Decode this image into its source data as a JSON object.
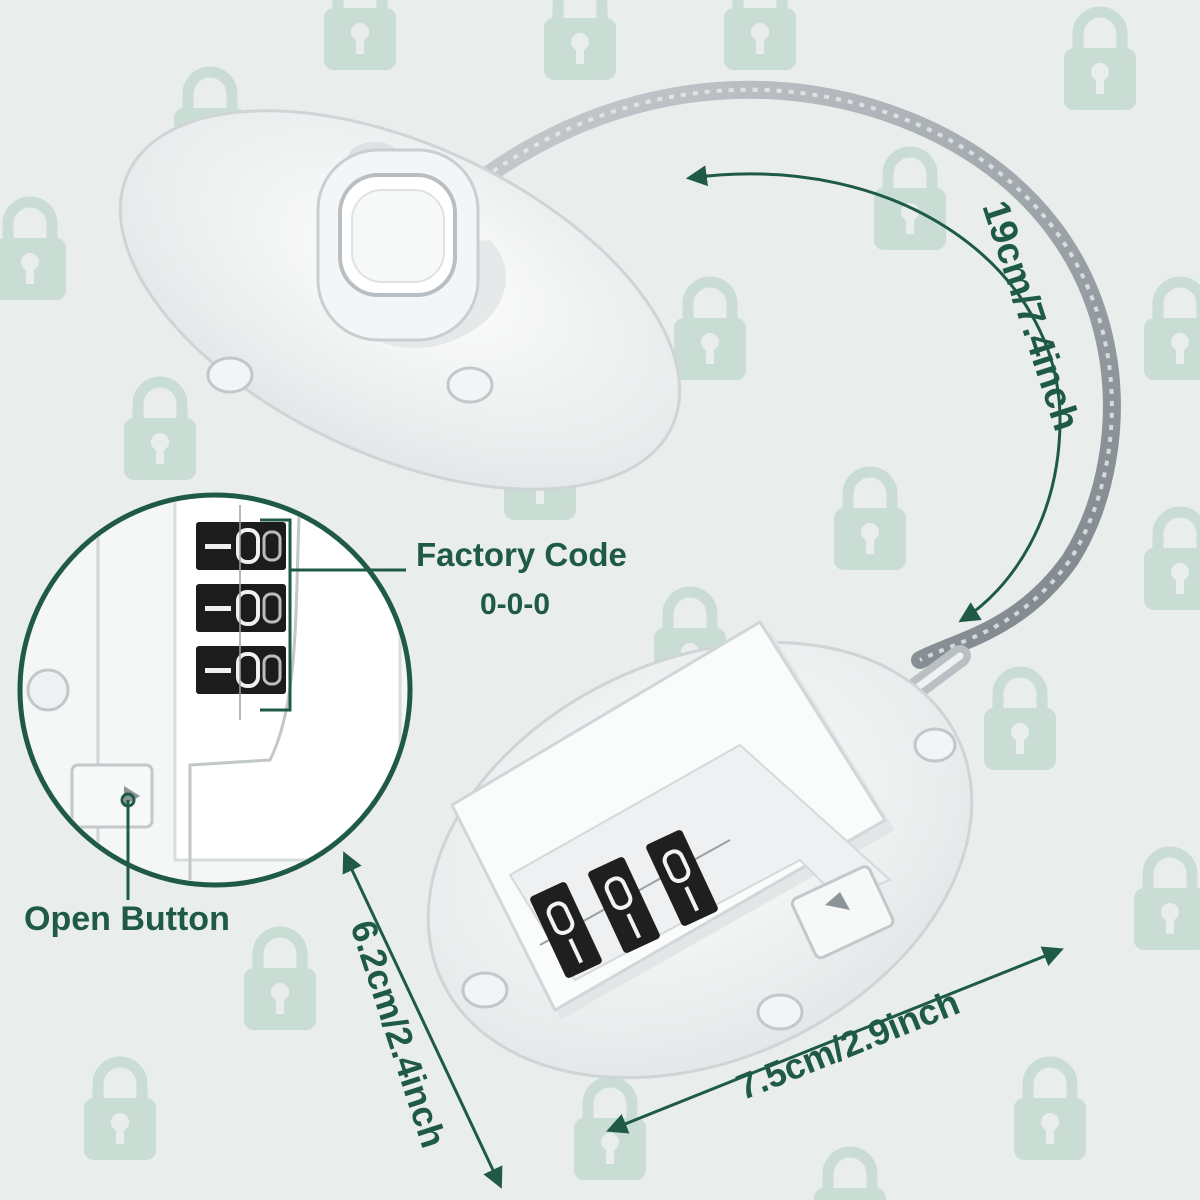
{
  "labels": {
    "factory_code_title": "Factory Code",
    "factory_code_value": "0-0-0",
    "open_button": "Open Button",
    "cable_length": "19cm/7.4inch",
    "height": "6.2cm/2.4inch",
    "width": "7.5cm/2.9inch"
  },
  "combination_digits": [
    "0",
    "0",
    "0"
  ],
  "colors": {
    "accent": "#1f5a48",
    "background": "#e9edec",
    "watermark": "#c9ddd5",
    "device": "#ffffff"
  },
  "icons": [
    "padlock-icon",
    "triangle-up-icon",
    "triangle-right-icon"
  ]
}
